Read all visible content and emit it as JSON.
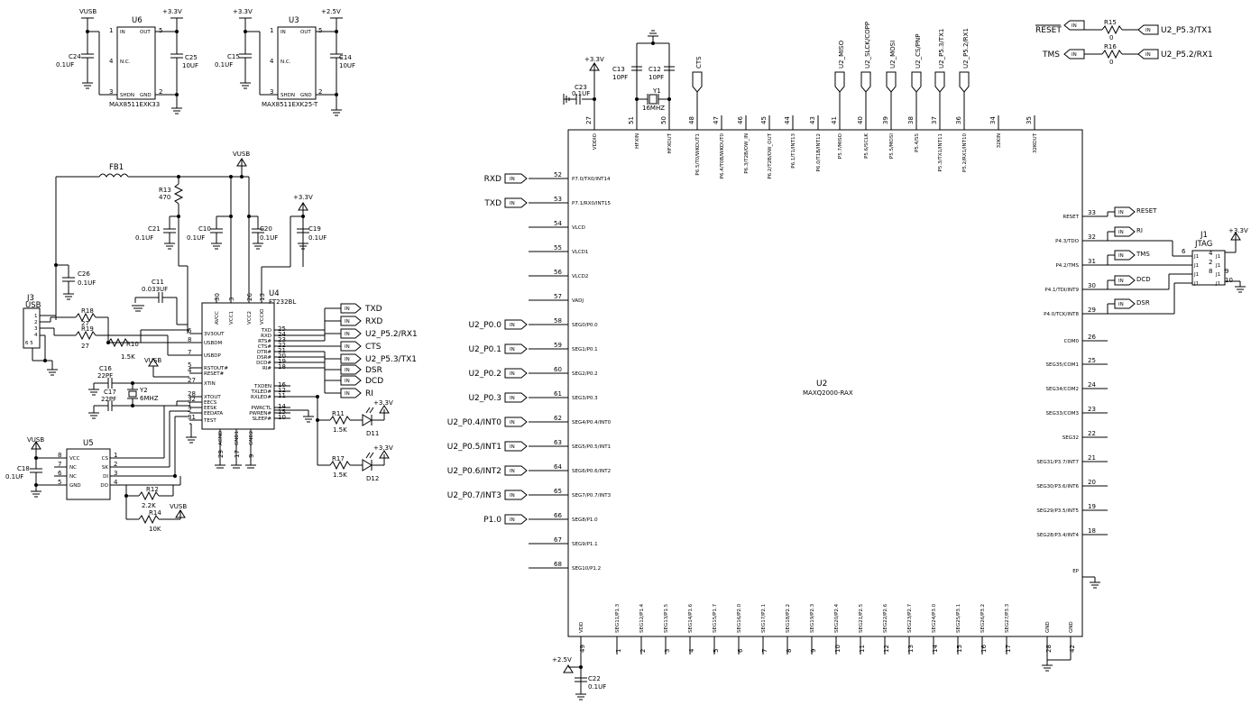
{
  "u2": {
    "ref": "U2",
    "part": "MAXQ2000-RAX",
    "top_pins": [
      {
        "num": "27",
        "name": "VDDIO"
      },
      {
        "num": "51",
        "name": "HFXIN"
      },
      {
        "num": "50",
        "name": "HFXOUT"
      },
      {
        "num": "48",
        "name": "P6.5/T0/WKOUT1"
      },
      {
        "num": "47",
        "name": "P6.4/T0B/WKOUT0"
      },
      {
        "num": "46",
        "name": "P6.3/T2B/OW_IN"
      },
      {
        "num": "45",
        "name": "P6.2/T2B/OW_OUT"
      },
      {
        "num": "44",
        "name": "P6.1/T1/INT13"
      },
      {
        "num": "43",
        "name": "P6.0/T1B/INT12"
      },
      {
        "num": "41",
        "name": "P5.7/MISO"
      },
      {
        "num": "40",
        "name": "P5.6/SCLK"
      },
      {
        "num": "39",
        "name": "P5.5/MOSI"
      },
      {
        "num": "38",
        "name": "P5.4/SS"
      },
      {
        "num": "37",
        "name": "P5.3/TX1/INT11"
      },
      {
        "num": "36",
        "name": "P5.2/RX1/INT10"
      },
      {
        "num": "34",
        "name": "32KIN"
      },
      {
        "num": "35",
        "name": "32KOUT"
      }
    ],
    "left_pins": [
      {
        "num": "52",
        "name": "P7.0/TX0/INT14",
        "net": "RXD"
      },
      {
        "num": "53",
        "name": "P7.1/RX0/INT15",
        "net": "TXD"
      },
      {
        "num": "54",
        "name": "VLCD",
        "net": ""
      },
      {
        "num": "55",
        "name": "VLCD1",
        "net": ""
      },
      {
        "num": "56",
        "name": "VLCD2",
        "net": ""
      },
      {
        "num": "57",
        "name": "VADJ",
        "net": ""
      },
      {
        "num": "58",
        "name": "SEG0/P0.0",
        "net": "U2_P0.0"
      },
      {
        "num": "59",
        "name": "SEG1/P0.1",
        "net": "U2_P0.1"
      },
      {
        "num": "60",
        "name": "SEG2/P0.2",
        "net": "U2_P0.2"
      },
      {
        "num": "61",
        "name": "SEG3/P0.3",
        "net": "U2_P0.3"
      },
      {
        "num": "62",
        "name": "SEG4/P0.4/INT0",
        "net": "U2_P0.4/INT0"
      },
      {
        "num": "63",
        "name": "SEG5/P0.5/INT1",
        "net": "U2_P0.5/INT1"
      },
      {
        "num": "64",
        "name": "SEG6/P0.6/INT2",
        "net": "U2_P0.6/INT2"
      },
      {
        "num": "65",
        "name": "SEG7/P0.7/INT3",
        "net": "U2_P0.7/INT3"
      },
      {
        "num": "66",
        "name": "SEG8/P1.0",
        "net": "P1.0"
      },
      {
        "num": "67",
        "name": "SEG9/P1.1",
        "net": ""
      },
      {
        "num": "68",
        "name": "SEG10/P1.2",
        "net": ""
      }
    ],
    "right_pins": [
      {
        "num": "33",
        "name": "RESET"
      },
      {
        "num": "32",
        "name": "P4.3/TDO"
      },
      {
        "num": "31",
        "name": "P4.2/TMS"
      },
      {
        "num": "30",
        "name": "P4.1/TDI/INT9"
      },
      {
        "num": "29",
        "name": "P4.0/TCK/INT8"
      },
      {
        "num": "26",
        "name": "COM0"
      },
      {
        "num": "25",
        "name": "SEG35/COM1"
      },
      {
        "num": "24",
        "name": "SEG34/COM2"
      },
      {
        "num": "23",
        "name": "SEG33/COM3"
      },
      {
        "num": "22",
        "name": "SEG32"
      },
      {
        "num": "21",
        "name": "SEG31/P3.7/INT7"
      },
      {
        "num": "20",
        "name": "SEG30/P3.6/INT6"
      },
      {
        "num": "19",
        "name": "SEG29/P3.5/INT5"
      },
      {
        "num": "18",
        "name": "SEG28/P3.4/INT4"
      },
      {
        "num": "",
        "name": "EP"
      }
    ],
    "bottom_pins": [
      {
        "num": "49",
        "name": "VDD"
      },
      {
        "num": "1",
        "name": "SEG11/P1.3"
      },
      {
        "num": "2",
        "name": "SEG12/P1.4"
      },
      {
        "num": "3",
        "name": "SEG13/P1.5"
      },
      {
        "num": "4",
        "name": "SEG14/P1.6"
      },
      {
        "num": "5",
        "name": "SEG15/P1.7"
      },
      {
        "num": "6",
        "name": "SEG16/P2.0"
      },
      {
        "num": "7",
        "name": "SEG17/P2.1"
      },
      {
        "num": "8",
        "name": "SEG18/P2.2"
      },
      {
        "num": "9",
        "name": "SEG19/P2.3"
      },
      {
        "num": "10",
        "name": "SEG20/P2.4"
      },
      {
        "num": "11",
        "name": "SEG21/P2.5"
      },
      {
        "num": "12",
        "name": "SEG22/P2.6"
      },
      {
        "num": "13",
        "name": "SEG23/P2.7"
      },
      {
        "num": "14",
        "name": "SEG24/P3.0"
      },
      {
        "num": "15",
        "name": "SEG25/P3.1"
      },
      {
        "num": "16",
        "name": "SEG26/P3.2"
      },
      {
        "num": "17",
        "name": "SEG27/P3.3"
      },
      {
        "num": "28",
        "name": "GND"
      },
      {
        "num": "42",
        "name": "GND"
      }
    ],
    "top_nets": [
      "CTS",
      "U2_MISO",
      "U2_SLCK/COPP",
      "U2_MOSI",
      "U2_CS/PNP",
      "U2_P5.3/TX1",
      "U2_P5.2/RX1"
    ],
    "right_nets": [
      "RESET",
      "RI",
      "TMS",
      "DCD",
      "DSR"
    ]
  },
  "u4": {
    "ref": "U4",
    "part": "FT232BL",
    "top_pins": [
      {
        "num": "30",
        "name": "AVCC"
      },
      {
        "num": "3",
        "name": "VCC1"
      },
      {
        "num": "26",
        "name": "VCC2"
      },
      {
        "num": "13",
        "name": "VCCIO"
      }
    ],
    "left_pins": [
      {
        "num": "6",
        "name": "3V3OUT"
      },
      {
        "num": "8",
        "name": "USBDM"
      },
      {
        "num": "7",
        "name": "USBDP"
      },
      {
        "num": "5",
        "name": "RSTOUT#"
      },
      {
        "num": "4",
        "name": "RESET#"
      },
      {
        "num": "27",
        "name": "XTIN"
      },
      {
        "num": "28",
        "name": "XTOUT"
      },
      {
        "num": "32",
        "name": "EECS"
      },
      {
        "num": "1",
        "name": "EESK"
      },
      {
        "num": "2",
        "name": "EEDATA"
      },
      {
        "num": "31",
        "name": "TEST"
      }
    ],
    "right_pins": [
      {
        "num": "25",
        "name": "TXD"
      },
      {
        "num": "24",
        "name": "RXD"
      },
      {
        "num": "23",
        "name": "RTS#"
      },
      {
        "num": "22",
        "name": "CTS#"
      },
      {
        "num": "21",
        "name": "DTR#"
      },
      {
        "num": "20",
        "name": "DSR#"
      },
      {
        "num": "19",
        "name": "DCD#"
      },
      {
        "num": "18",
        "name": "RI#"
      },
      {
        "num": "16",
        "name": "TXDEN"
      },
      {
        "num": "12",
        "name": "TXLED#"
      },
      {
        "num": "11",
        "name": "RXLED#"
      },
      {
        "num": "14",
        "name": "PWRCTL"
      },
      {
        "num": "15",
        "name": "PWREN#"
      },
      {
        "num": "10",
        "name": "SLEEP#"
      }
    ],
    "bottom_pins": [
      {
        "num": "29",
        "name": "AGND"
      },
      {
        "num": "17",
        "name": "GND1"
      },
      {
        "num": "9",
        "name": "GND2"
      }
    ],
    "nets": [
      "TXD",
      "RXD",
      "U2_P5.2/RX1",
      "CTS",
      "U2_P5.3/TX1",
      "DSR",
      "DCD",
      "RI"
    ]
  },
  "u5": {
    "ref": "U5",
    "left_pins": [
      {
        "num": "8",
        "name": "VCC"
      },
      {
        "num": "7",
        "name": "NC"
      },
      {
        "num": "6",
        "name": "NC"
      },
      {
        "num": "5",
        "name": "GND"
      }
    ],
    "right_pins": [
      {
        "num": "1",
        "name": "CS"
      },
      {
        "num": "2",
        "name": "SK"
      },
      {
        "num": "3",
        "name": "DI"
      },
      {
        "num": "4",
        "name": "DO"
      }
    ]
  },
  "u6": {
    "ref": "U6",
    "part": "MAX8511EXK33",
    "pins": [
      {
        "num": "1",
        "name": "IN"
      },
      {
        "num": "5",
        "name": "OUT"
      },
      {
        "num": "4",
        "name": "N.C."
      },
      {
        "num": "3",
        "name": "SHDN"
      },
      {
        "num": "2",
        "name": "GND"
      }
    ]
  },
  "u3": {
    "ref": "U3",
    "part": "MAX8511EXK25-T",
    "pins": [
      {
        "num": "1",
        "name": "IN"
      },
      {
        "num": "5",
        "name": "OUT"
      },
      {
        "num": "4",
        "name": "N.C."
      },
      {
        "num": "3",
        "name": "SHDN"
      },
      {
        "num": "2",
        "name": "GND"
      }
    ]
  },
  "j1": {
    "ref": "J1",
    "name": "JTAG",
    "pins": [
      "4",
      "2",
      "8",
      "9",
      "10",
      "6"
    ],
    "pin_label": "J1"
  },
  "j3": {
    "ref": "J3",
    "name": "USB",
    "pins": [
      "1",
      "2",
      "3",
      "4",
      "6 5"
    ]
  },
  "rails": {
    "vusb": "VUSB",
    "v33": "+3.3V",
    "v25": "+2.5V"
  },
  "parts": {
    "c24": {
      "ref": "C24",
      "val": "0.1UF"
    },
    "c25": {
      "ref": "C25",
      "val": "10UF"
    },
    "c15": {
      "ref": "C15",
      "val": "0.1UF"
    },
    "c14": {
      "ref": "C14",
      "val": "10UF"
    },
    "fb1": {
      "ref": "FB1"
    },
    "r13": {
      "ref": "R13",
      "val": "470"
    },
    "c21": {
      "ref": "C21",
      "val": "0.1UF"
    },
    "c10": {
      "ref": "C10",
      "val": "0.1UF"
    },
    "c20": {
      "ref": "C20",
      "val": "0.1UF"
    },
    "c19": {
      "ref": "C19",
      "val": "0.1UF"
    },
    "c26": {
      "ref": "C26",
      "val": "0.1UF"
    },
    "c11": {
      "ref": "C11",
      "val": "0.033UF"
    },
    "r18": {
      "ref": "R18",
      "val": "27"
    },
    "r19": {
      "ref": "R19",
      "val": "27"
    },
    "r10": {
      "ref": "R10",
      "val": "1.5K"
    },
    "c16": {
      "ref": "C16",
      "val": "22PF"
    },
    "c17": {
      "ref": "C17",
      "val": "22PF"
    },
    "y2": {
      "ref": "Y2",
      "val": "6MHZ"
    },
    "c18": {
      "ref": "C18",
      "val": "0.1UF"
    },
    "r12": {
      "ref": "R12",
      "val": "2.2K"
    },
    "r14": {
      "ref": "R14",
      "val": "10K"
    },
    "r11": {
      "ref": "R11",
      "val": "1.5K"
    },
    "r17": {
      "ref": "R17",
      "val": "1.5K"
    },
    "d11": {
      "ref": "D11"
    },
    "d12": {
      "ref": "D12"
    },
    "c23": {
      "ref": "C23",
      "val": "0.1UF"
    },
    "c13": {
      "ref": "C13",
      "val": "10PF"
    },
    "c12": {
      "ref": "C12",
      "val": "10PF"
    },
    "y1": {
      "ref": "Y1",
      "val": "16MHZ"
    },
    "c22": {
      "ref": "C22",
      "val": "0.1UF"
    },
    "r15": {
      "ref": "R15",
      "val": "0"
    },
    "r16": {
      "ref": "R16",
      "val": "0"
    }
  },
  "top_right": {
    "left_nets": [
      "RESET",
      "TMS"
    ],
    "right_nets": [
      "U2_P5.3/TX1",
      "U2_P5.2/RX1"
    ]
  },
  "flag_text": "IN"
}
